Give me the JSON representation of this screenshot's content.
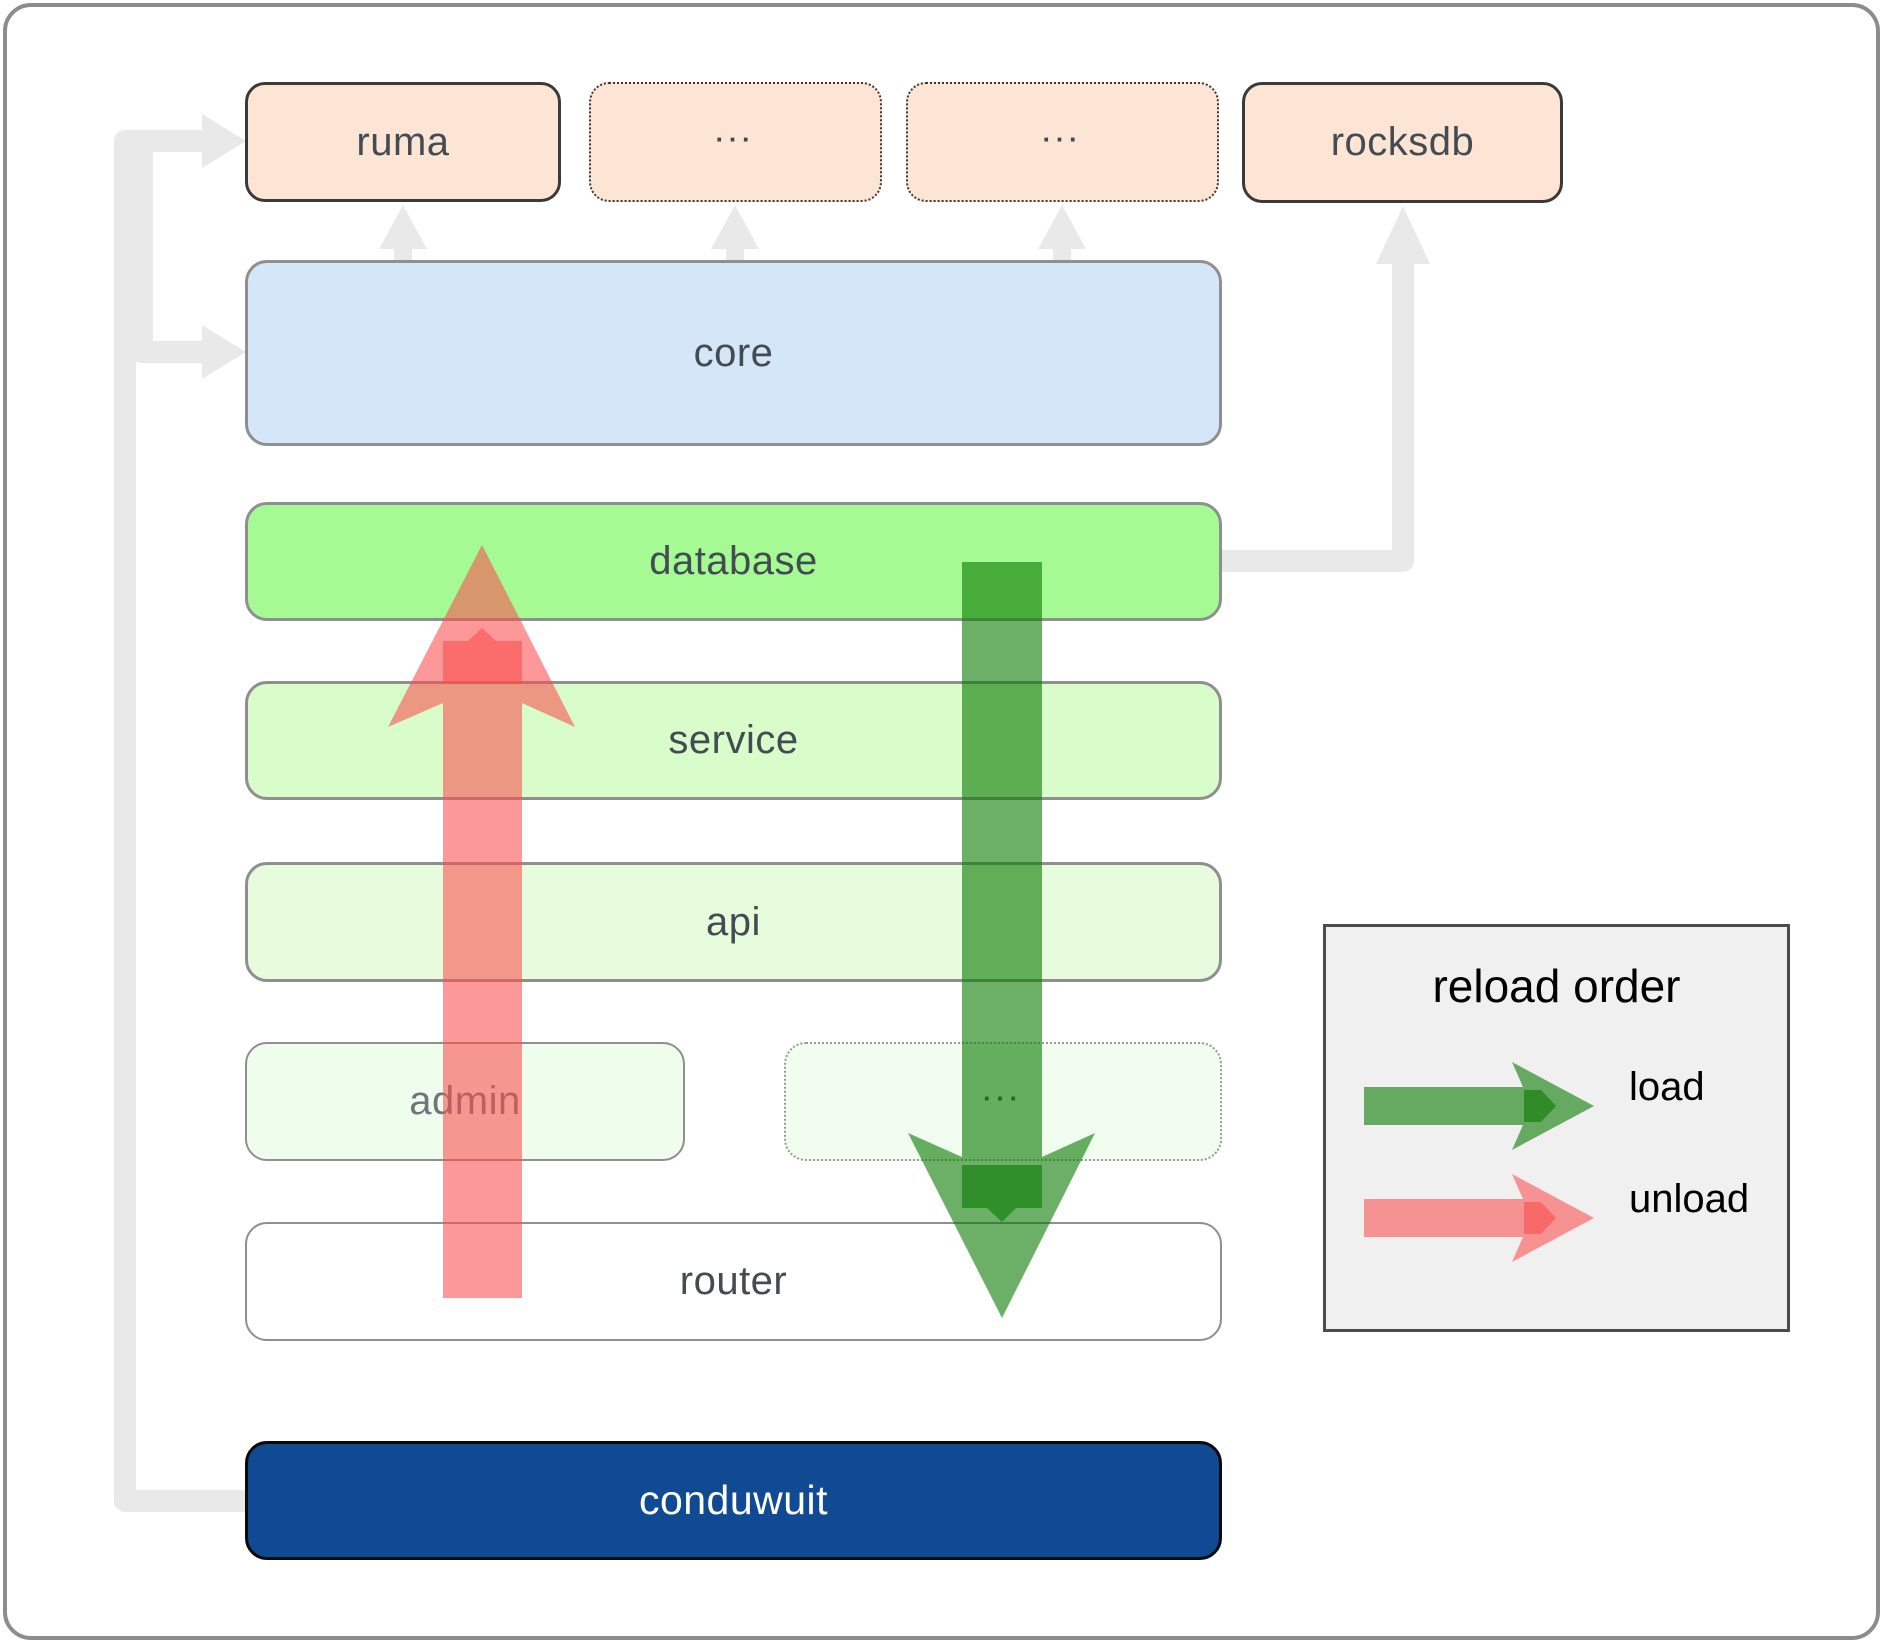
{
  "nodes": {
    "ruma": {
      "label": "ruma"
    },
    "deps_more_1": {
      "label": "..."
    },
    "deps_more_2": {
      "label": "..."
    },
    "rocksdb": {
      "label": "rocksdb"
    },
    "core": {
      "label": "core"
    },
    "database": {
      "label": "database"
    },
    "service": {
      "label": "service"
    },
    "api": {
      "label": "api"
    },
    "admin": {
      "label": "admin"
    },
    "service_more": {
      "label": "..."
    },
    "router": {
      "label": "router"
    },
    "conduwuit": {
      "label": "conduwuit"
    }
  },
  "legend": {
    "title": "reload order",
    "items": [
      {
        "label": "load",
        "color": "#6cb166"
      },
      {
        "label": "unload",
        "color": "#fc9898"
      }
    ]
  },
  "arrows": {
    "load": {
      "from": "database",
      "to": "router",
      "color": "#0a7a00"
    },
    "unload": {
      "from": "router",
      "to": "database",
      "color": "#fa4d4d"
    },
    "connector_color": "#e9e9e9"
  },
  "colors": {
    "dependency_fill": "#fce5d4",
    "core_fill": "#d4e6f8",
    "database_fill": "#a6fa94",
    "service_fill": "#d8fcca",
    "api_fill": "#e6fcdc",
    "admin_fill": "#eefdec",
    "router_fill": "#ffffff",
    "conduwuit_fill": "#0f4a93",
    "legend_fill": "#f0f0f0"
  }
}
